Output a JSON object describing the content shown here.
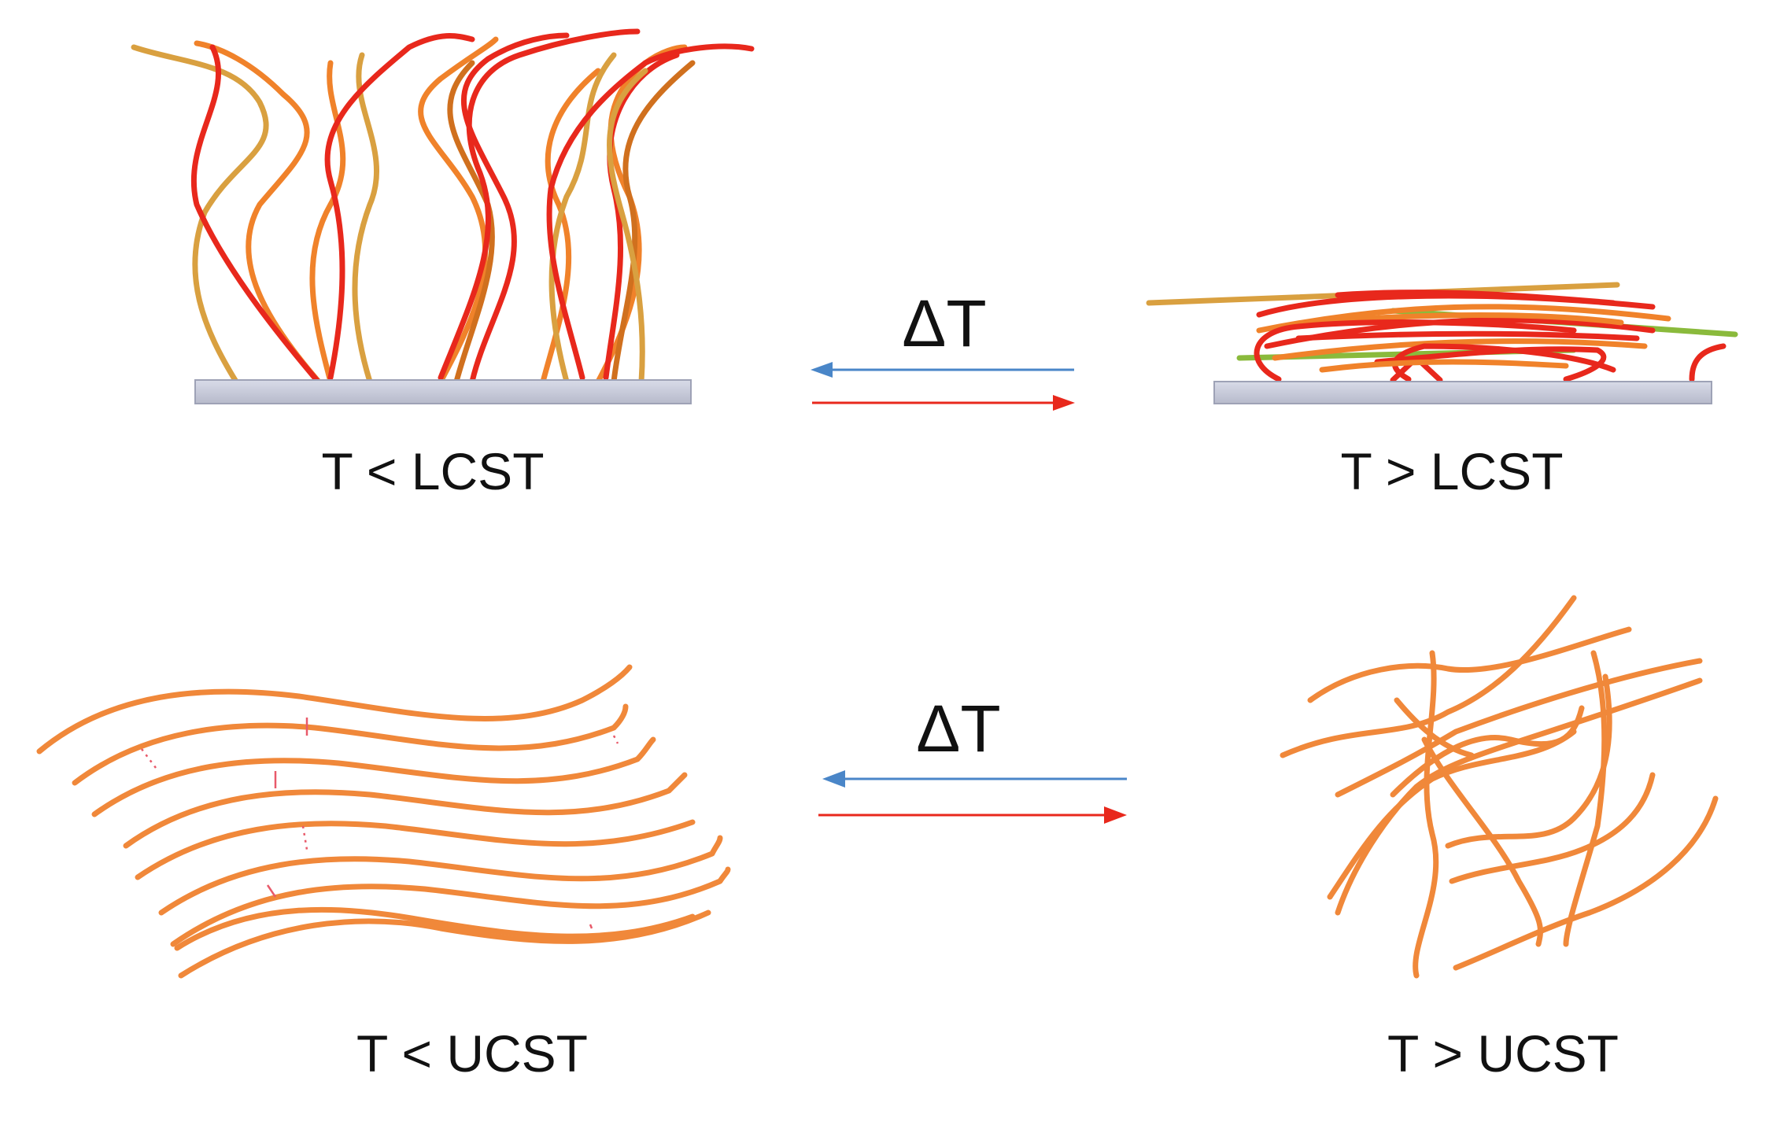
{
  "panels": {
    "lcst": {
      "delta_label": "ΔT",
      "left_caption": "T < LCST",
      "right_caption": "T > LCST"
    },
    "ucst": {
      "delta_label": "ΔT",
      "left_caption": "T < UCST",
      "right_caption": "T > UCST"
    }
  },
  "colors": {
    "cooling_arrow": "#4a86c8",
    "heating_arrow": "#e8281c",
    "brush_red": "#e8281c",
    "brush_orange": "#f0822a",
    "brush_tan": "#d9a040",
    "brush_green": "#8aba3c",
    "ucst_chain": "#f0883a",
    "substrate": "#c9ccdb"
  }
}
